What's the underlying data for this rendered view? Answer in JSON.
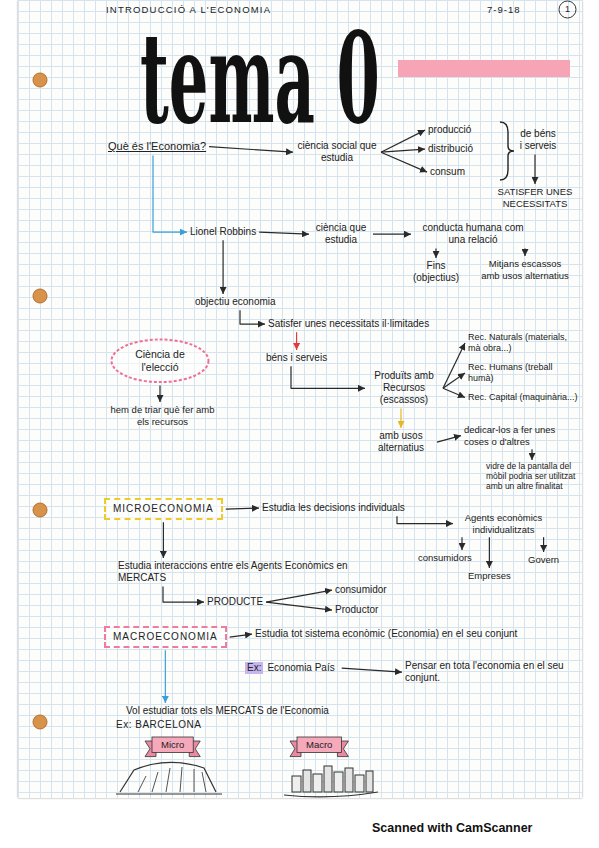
{
  "diagram": {
    "title": "tema 0",
    "nodes": [
      {
        "text": [
          "1"
        ]
      },
      {
        "text": [
          "Què és l'Economia?"
        ]
      },
      {
        "text": [
          "ciència social que estudia"
        ]
      },
      {
        "text": [
          "producció"
        ]
      },
      {
        "text": [
          "distribució"
        ]
      },
      {
        "text": [
          "consum"
        ]
      },
      {
        "text": [
          "de béns i serveis"
        ]
      },
      {
        "text": [
          "SATISFER UNES NECESSITATS"
        ]
      },
      {
        "text": [
          "Lionel Robbins"
        ]
      },
      {
        "text": [
          "ciència que estudia"
        ]
      },
      {
        "text": [
          "conducta humana com una relació"
        ]
      },
      {
        "text": [
          "Fins (objectius)"
        ]
      },
      {
        "text": [
          "Mitjans escassos amb usos alternatius"
        ]
      },
      {
        "text": [
          "objectiu economia"
        ]
      },
      {
        "text": [
          "Satisfer unes necessitats il·limitades"
        ]
      },
      {
        "text": [
          "béns i serveis"
        ]
      },
      {
        "text": [
          "Produïts amb Recursos (escassos)"
        ]
      },
      {
        "text": [
          "Rec. Naturals (materials, mà obra...)"
        ]
      },
      {
        "text": [
          "Rec. Humans (treball humà)"
        ]
      },
      {
        "text": [
          "Rec. Capital (maquinària...)"
        ]
      },
      {
        "text": [
          "amb usos alternatius"
        ]
      },
      {
        "text": [
          "dedicar-los a fer unes coses o d'altres"
        ]
      },
      {
        "text": [
          "vidre de la pantalla del mòbil podria ser utilitzat amb un altre finalitat"
        ]
      },
      {
        "text": [
          "Ciència de l'elecció"
        ]
      },
      {
        "text": [
          "hem de triar què fer amb els recursos"
        ]
      },
      {
        "text": [
          "MICROECONOMIA"
        ]
      },
      {
        "text": [
          "Estudia les decisions individuals"
        ]
      },
      {
        "text": [
          "Agents econòmics individualitzats"
        ]
      },
      {
        "text": [
          "consumidors"
        ]
      },
      {
        "text": [
          "Empreses"
        ]
      },
      {
        "text": [
          "Govern"
        ]
      },
      {
        "text": [
          "Estudia interaccions entre els Agents Econòmics en MERCATS"
        ]
      },
      {
        "text": [
          "PRODUCTE"
        ]
      },
      {
        "text": [
          "consumidor"
        ]
      },
      {
        "text": [
          "Productor"
        ]
      },
      {
        "text": [
          "MACROECONOMIA"
        ]
      },
      {
        "text": [
          "Estudia tot sistema econòmic (Economia) en el seu conjunt"
        ]
      },
      {
        "text": [
          "Ex:",
          "Economia País"
        ]
      },
      {
        "text": [
          "Pensar en tota l'economia en el seu conjunt."
        ]
      },
      {
        "text": [
          "Vol estudiar tots els MERCATS de l'Economia"
        ]
      },
      {
        "text": [
          "Micro"
        ]
      },
      {
        "text": [
          "Macro"
        ]
      }
    ],
    "edges": [
      {
        "from": 1,
        "to": 2,
        "arrow": "to"
      },
      {
        "from": 2,
        "to": 3,
        "arrow": "to"
      },
      {
        "from": 2,
        "to": 4,
        "arrow": "to"
      },
      {
        "from": 2,
        "to": 5,
        "arrow": "to"
      },
      {
        "from": 6,
        "to": 7,
        "arrow": "to"
      },
      {
        "from": 1,
        "to": 8,
        "arrow": "to"
      },
      {
        "from": 8,
        "to": 9,
        "arrow": "to"
      },
      {
        "from": 9,
        "to": 10,
        "arrow": "to"
      },
      {
        "from": 10,
        "to": 11,
        "arrow": "to"
      },
      {
        "from": 10,
        "to": 12,
        "arrow": "to"
      },
      {
        "from": 8,
        "to": 13,
        "arrow": "to"
      },
      {
        "from": 13,
        "to": 14,
        "arrow": "to"
      },
      {
        "from": 14,
        "to": 15,
        "arrow": "to"
      },
      {
        "from": 15,
        "to": 16,
        "arrow": "to"
      },
      {
        "from": 16,
        "to": 17,
        "arrow": "to"
      },
      {
        "from": 16,
        "to": 18,
        "arrow": "to"
      },
      {
        "from": 16,
        "to": 19,
        "arrow": "to"
      },
      {
        "from": 16,
        "to": 20,
        "arrow": "to"
      },
      {
        "from": 20,
        "to": 21,
        "arrow": "to"
      },
      {
        "from": 21,
        "to": 22,
        "arrow": "to"
      },
      {
        "from": 23,
        "to": 24,
        "arrow": "to"
      },
      {
        "from": 25,
        "to": 26,
        "arrow": "to"
      },
      {
        "from": 26,
        "to": 27,
        "arrow": "to"
      },
      {
        "from": 27,
        "to": 28,
        "arrow": "to"
      },
      {
        "from": 27,
        "to": 29,
        "arrow": "to"
      },
      {
        "from": 27,
        "to": 30,
        "arrow": "to"
      },
      {
        "from": 25,
        "to": 31,
        "arrow": "to"
      },
      {
        "from": 31,
        "to": 32,
        "arrow": "to"
      },
      {
        "from": 32,
        "to": 33,
        "arrow": "to"
      },
      {
        "from": 32,
        "to": 34,
        "arrow": "to"
      },
      {
        "from": 35,
        "to": 36,
        "arrow": "to"
      },
      {
        "from": 37,
        "to": 38,
        "arrow": "to"
      },
      {
        "from": 35,
        "to": 39,
        "arrow": "to"
      }
    ],
    "labels": [
      "INTRODUCCIÓ A L'ECONOMIA",
      "7-9-18",
      "Ex: BARCELONA",
      "Scanned with CamScanner"
    ]
  }
}
